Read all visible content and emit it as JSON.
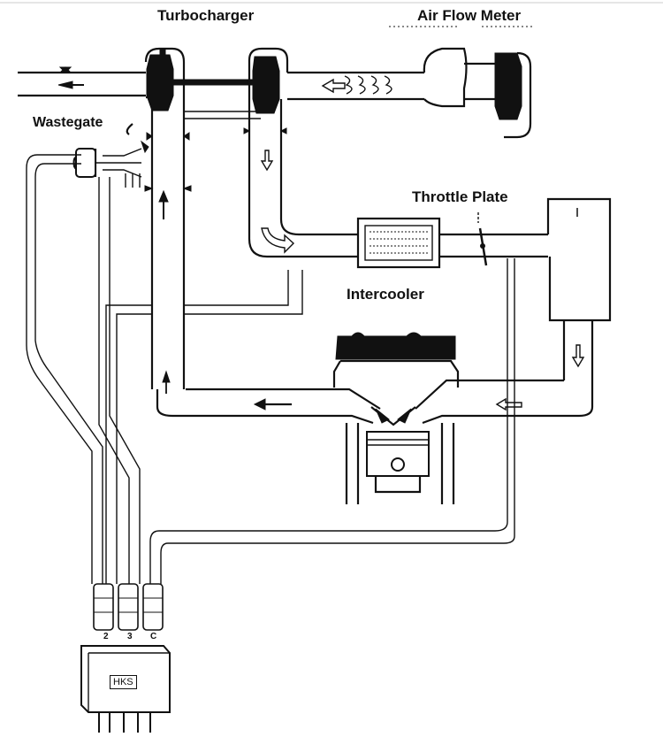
{
  "labels": {
    "turbocharger": "Turbocharger",
    "air_flow_meter": "Air Flow Meter",
    "wastegate": "Wastegate",
    "throttle_plate": "Throttle Plate",
    "intercooler": "Intercooler"
  },
  "controller": {
    "brand": "HKS",
    "ports": [
      "2",
      "3",
      "C"
    ]
  },
  "colors": {
    "line": "#111111",
    "background": "#ffffff"
  },
  "icons": [
    "turbine-wheel-icon",
    "compressor-wheel-icon",
    "airflow-meter-icon",
    "intercooler-core-icon",
    "engine-cylinder-icon",
    "piston-icon",
    "flow-arrow-icon"
  ]
}
